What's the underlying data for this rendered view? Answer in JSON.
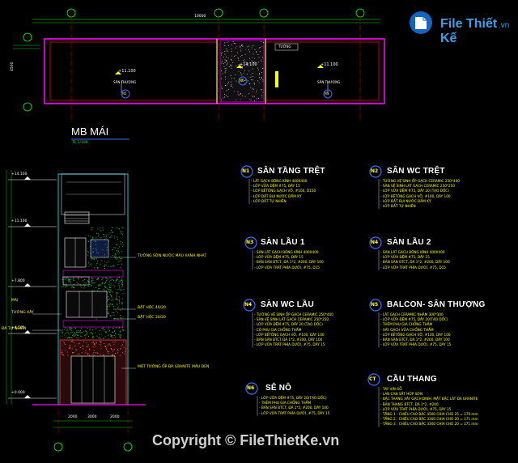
{
  "logo": {
    "name": "File Thiết Kế",
    "tld": ".vn"
  },
  "roof_plan": {
    "title": "MB MÁI",
    "scale": "TL 1/100",
    "total_dim": "10000",
    "side_dim": "4500",
    "tags": [
      "+11.100",
      "+14.100",
      "+11.100"
    ],
    "label_left": "SÂN THƯỢNG",
    "label_right": "SÂN THƯỢNG",
    "marker_left": "N5",
    "marker_right": "N5",
    "marker_mid": "N6",
    "note": "TƯỜNG"
  },
  "elevation": {
    "levels": [
      "+14.100",
      "+11.100",
      "+7.800",
      "+4.500",
      "+0.000"
    ],
    "notes": [
      "TƯỜNG SƠN NƯỚC MÀU XANH NHẠT",
      "BẬT HỘC 40/20",
      "BẬT HỘC 30/20",
      "MẶT TƯỜNG ỐP ĐÁ GRANITE MÀU ĐEN"
    ],
    "left_notes": [
      "MÁI",
      "TƯỜNG XÂY",
      "ĐÁ TỰ NHIÊN"
    ]
  },
  "specs": [
    {
      "code": "N1",
      "title": "SÂN TẦNG TRỆT",
      "lines": [
        "LÁT GẠCH BÔNG KÍNH 400X400",
        "LỚP VỮA ĐỆM #75, DÀY 15",
        "LỚP BÊTÔNG GẠCH VỠ, #100, D150",
        "LỚP ĐẤT BỤI NƯỚC ĐẦM KỸ",
        "LỚP ĐẤT TỰ NHIÊN"
      ]
    },
    {
      "code": "N2",
      "title": "SÂN WC TRỆT",
      "lines": [
        "TƯỜNG VỆ SINH ỐP GẠCH CERAMIC 250*400",
        "SÀN VỆ SINH LÁT GẠCH CERAMIC 250*250",
        "LỚP VỮA ĐỆM #75, DÀY 20 (TẠO DỐC)",
        "LỚP BÊTÔNG GẠCH VỠ, #100, DÀY 100",
        "LỚP ĐẤT BỤI NƯỚC ĐẦM KỸ",
        "LỚP ĐẤT TỰ NHIÊN"
      ]
    },
    {
      "code": "N3",
      "title": "SÀN LẦU 1",
      "lines": [
        "SÀN LÁT GẠCH BÔNG KÍNH 400X400",
        "LỚP VỮA ĐỆM #75, DÀY 15",
        "BẢN SÀN BTCT, ĐÁ 1*2, #200, DÀY 100",
        "LỚP VỮA TRÁT PHÍA DƯỚI, #75, D15"
      ]
    },
    {
      "code": "N4",
      "title": "SÀN LẦU 2",
      "lines": [
        "SÀN LÁT GẠCH BÔNG KÍNH 400X400",
        "LỚP VỮA ĐỆM #75, DÀY 15",
        "BẢN SÀN BTCT, ĐÁ 1*2, #200, DÀY 100",
        "LỚP VỮA TRÁT PHÍA DƯỚI, #75, D15"
      ]
    },
    {
      "code": "N4",
      "title": "SÀN WC LẦU",
      "lines": [
        "TƯỜNG VỆ SINH ỐP GẠCH CERAMIC 250*400",
        "SÀN VỆ SINH LÁT GẠCH CERAMIC 250*250",
        "LỚP VỮA ĐỆM #75, DÀY 20 (TẠO DỐC)",
        "CÓ PHỤ GIA CHỐNG THẤM",
        "LỚP BÊTÔNG GẠCH VỠ, #100, DÀY 100",
        "BẢN SÀN BTCT ĐÁ 1*2, #200, DÀY 100",
        "LỚP VỮA TRÁT PHÍA DƯỚI, #75, DÀY 15"
      ]
    },
    {
      "code": "N5",
      "title": "BALCON- SÂN THƯỢNG",
      "lines": [
        "LÁT GẠCH CERAMIC NHÁM 300*300",
        "LỚP VỮA ĐỆM #75, DÀY 20(TẠO DỐC)",
        "THÊM PHỤ GIA CHỐNG THẤM",
        "XÂY GẠCH VỮA CHỐNG THẤM",
        "LỚP BÊTÔNG GẠCH VỠ, #100, DÀY 100",
        "BẢN SÀN BTCT, ĐÁ 1*2, #200, DÀY 100",
        "LỚP VỮA TRÁT PHÍA DƯỚI, #75, DÀY 15"
      ]
    },
    {
      "code": "N6",
      "title": "SÊ NÔ",
      "lines": [
        "LỚP VỮA ĐỆM #75, DÀY 20(TẠO DỐC)",
        "THÊM PHỤ GIA CHỐNG THẤM",
        "BẢN SÀN BTCT, ĐÁ 1*2, #200, DÀY 100",
        "LỚP VỮA TRÁT PHÍA DƯỚI, #75, DÀY 15"
      ]
    },
    {
      "code": "CT",
      "title": "CẦU THANG",
      "lines": [
        "TAY VỊN GỖ",
        "LAN CAN SẮT HỘP SƠN",
        "BẬC THANG XÂY GẠCH ĐINH, MẶT BẬC LÁT ĐÁ GRANITE",
        "BẢN THANG BTCT, ĐÁ 1*2, #200",
        "LỚP VỮA TRÁT PHÍA DƯỚI, #75, DÀY 15",
        "TẦNG 1 : CHIỀU CAO BẬC 4500 CHIA CHO 25 = 179 mm",
        "TẦNG 2 : CHIỀU CAO BẬC 3300 CHIA CHO 20 = 171 mm",
        "TẦNG 3 : CHIỀU CAO BẬC 3300 CHIA CHO 20 = 171 mm"
      ]
    }
  ],
  "bottom_dims": [
    "2000",
    "3000",
    "2000"
  ],
  "copyright": "Copyright © FileThietKe.vn",
  "colors": {
    "background": "#000000",
    "magenta": "#ff00ff",
    "yellow": "#ffff00",
    "green": "#00ff00",
    "cyan": "#00ffff",
    "red": "#ff0000",
    "blue": "#3a6bff"
  }
}
